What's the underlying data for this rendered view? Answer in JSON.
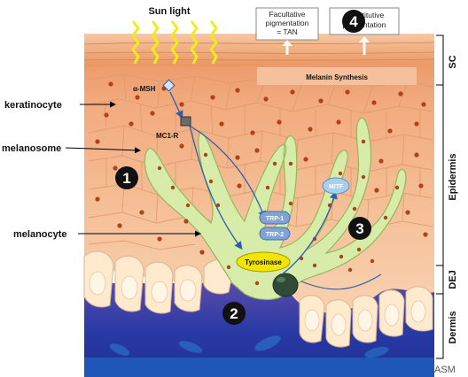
{
  "top": {
    "sunlight": "Sun light",
    "facultative": [
      "Facultative",
      "pigmentation",
      "= TAN"
    ],
    "constitutive": [
      "Constitutive",
      "pigmentation"
    ]
  },
  "skin": {
    "melanin_synthesis": "Melanin Synthesis",
    "alpha_msh": "α-MSH",
    "mc1r": "MC1-R",
    "trp1": "TRP-1",
    "trp2": "TRP-2",
    "tyrosinase": "Tyrosinase",
    "mitf": "MITF"
  },
  "labels": {
    "keratinocyte": "keratinocyte",
    "melanosome": "melanosome",
    "melanocyte": "melanocyte"
  },
  "layers": {
    "sc": "SC",
    "epidermis": "Epidermis",
    "dej": "DEJ",
    "dermis": "Dermis"
  },
  "markers": [
    "1",
    "2",
    "3",
    "4"
  ],
  "watermark": "ASM",
  "colors": {
    "skin_top": "#f4a97a",
    "skin_mid": "#f7c49d",
    "basal": "#ffe9c8",
    "dermis_blue": "#2b3aa8",
    "melanocyte_green": "#cfe6a0",
    "melanin_brown": "#b0421a",
    "tyrosinase_yellow": "#f2e600",
    "pill_blue": "#7fa3d6"
  }
}
